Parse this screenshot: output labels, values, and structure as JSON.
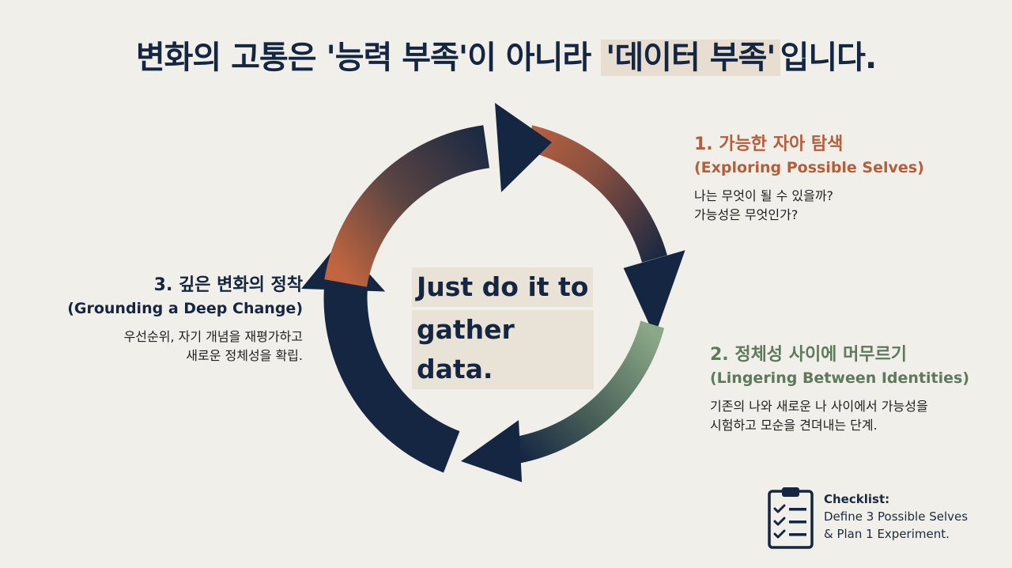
{
  "title": {
    "part1": "변화의 고통은 '능력 부족'이 아니라 ",
    "highlight": "'데이터 부족'",
    "part2": "입니다."
  },
  "center": {
    "line1": "Just do it to",
    "line2": "gather data."
  },
  "steps": [
    {
      "title": "1. 가능한 자아 탐색",
      "subtitle": "(Exploring Possible Selves)",
      "desc": [
        "나는 무엇이 될 수 있을까?",
        "가능성은 무엇인가?"
      ],
      "color": "#b55e3c"
    },
    {
      "title": "2. 정체성 사이에 머무르기",
      "subtitle": "(Lingering Between Identities)",
      "desc": [
        "기존의 나와 새로운 나 사이에서 가능성을",
        "시험하고 모순을 견뎌내는 단계."
      ],
      "color": "#5d7a5d"
    },
    {
      "title": "3. 깊은 변화의 정착",
      "subtitle": "(Grounding a Deep Change)",
      "desc": [
        "우선순위, 자기 개념을 재평가하고",
        "새로운 정체성을 확립."
      ],
      "color": "#142641"
    }
  ],
  "checklist": {
    "icon": "clipboard-checklist-icon",
    "heading": "Checklist:",
    "line1": "Define 3 Possible Selves",
    "line2": "& Plan 1 Experiment."
  },
  "colors": {
    "navy": "#142641",
    "terracotta": "#c0653f",
    "sage": "#7f9c7c",
    "background": "#f1efe9"
  }
}
